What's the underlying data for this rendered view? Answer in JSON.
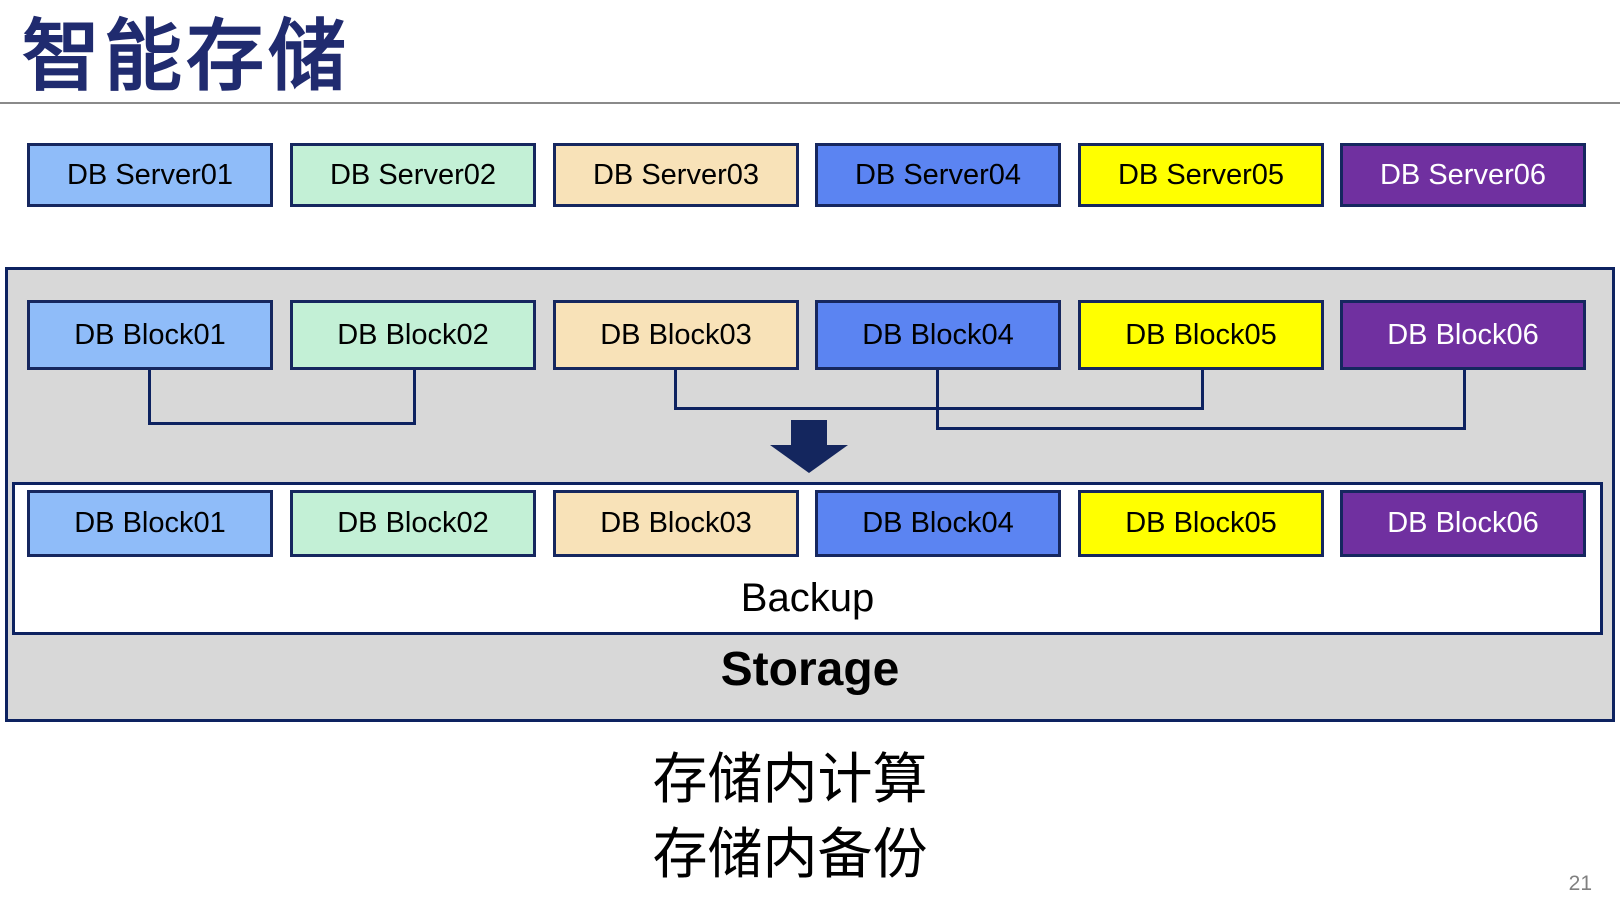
{
  "slide": {
    "title": "智能存储",
    "caption_line1": "存储内计算",
    "caption_line2": "存储内备份",
    "page_number": "21"
  },
  "servers": [
    {
      "label": "DB Server01"
    },
    {
      "label": "DB Server02"
    },
    {
      "label": "DB Server03"
    },
    {
      "label": "DB Server04"
    },
    {
      "label": "DB Server05"
    },
    {
      "label": "DB Server06"
    }
  ],
  "storage": {
    "top_blocks": [
      {
        "label": "DB Block01"
      },
      {
        "label": "DB Block02"
      },
      {
        "label": "DB Block03"
      },
      {
        "label": "DB Block04"
      },
      {
        "label": "DB Block05"
      },
      {
        "label": "DB Block06"
      }
    ],
    "bottom_blocks": [
      {
        "label": "DB Block01"
      },
      {
        "label": "DB Block02"
      },
      {
        "label": "DB Block03"
      },
      {
        "label": "DB Block04"
      },
      {
        "label": "DB Block05"
      },
      {
        "label": "DB Block06"
      }
    ],
    "backup_label": "Backup",
    "storage_label": "Storage"
  },
  "colors": {
    "palette": [
      "#8FBCF9",
      "#C3F0D6",
      "#F8E2B8",
      "#5B84F2",
      "#FFFF00",
      "#7030A0"
    ],
    "box_border": "#16275F",
    "container_fill": "#D8D8D8",
    "connector_line": "#0D2260",
    "arrow": "#14265E",
    "title_text": "#202B6F",
    "page_number_text": "#808080"
  }
}
